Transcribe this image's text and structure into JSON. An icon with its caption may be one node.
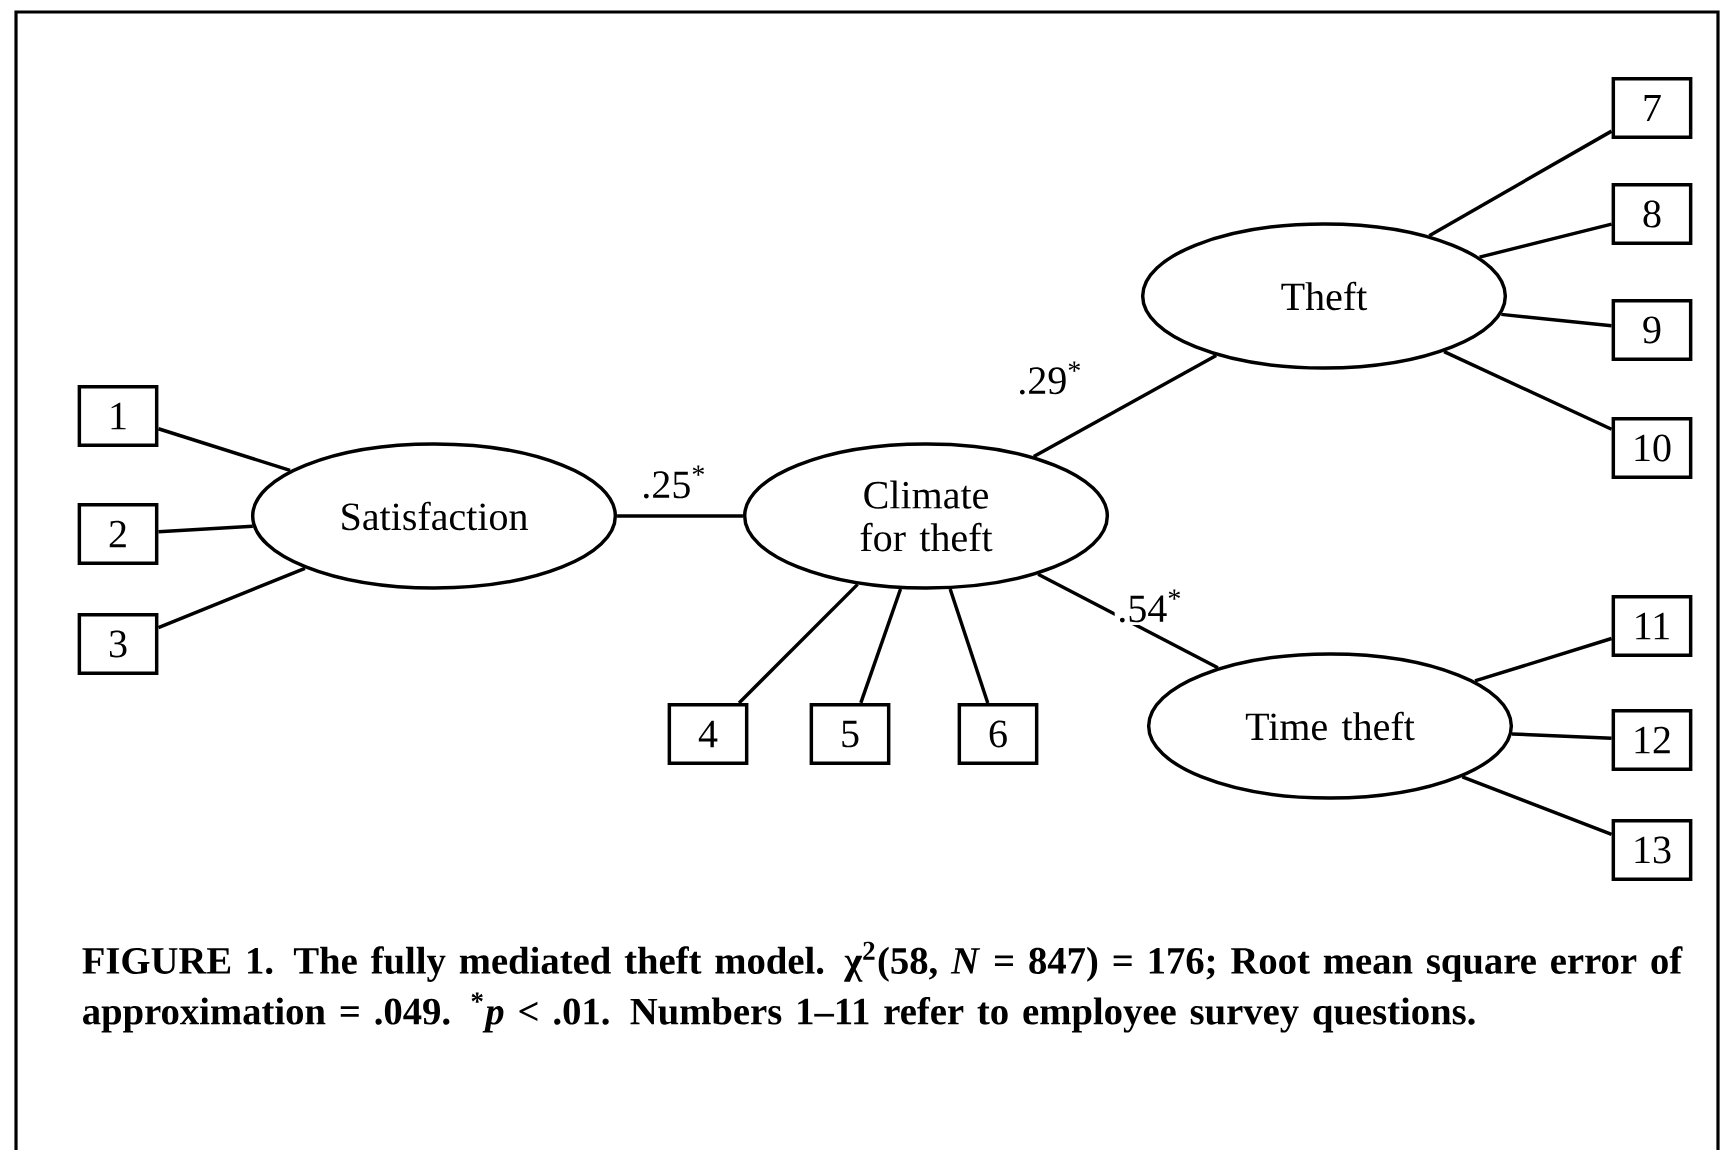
{
  "diagram": {
    "caption": "FIGURE 1. The fully mediated theft model. χ$^{2}$(58, *N* = 847) = 176; Root mean square error of approximation = .049. $^{*}$*p* < .01. Numbers 1–11 refer to employee survey questions.",
    "nodes": [
      {
        "text": [
          "Satisfaction"
        ]
      },
      {
        "text": [
          "Climate for theft"
        ]
      },
      {
        "text": [
          "Theft"
        ]
      },
      {
        "text": [
          "Time theft"
        ]
      },
      {
        "text": [
          "1"
        ]
      },
      {
        "text": [
          "2"
        ]
      },
      {
        "text": [
          "3"
        ]
      },
      {
        "text": [
          "4"
        ]
      },
      {
        "text": [
          "5"
        ]
      },
      {
        "text": [
          "6"
        ]
      },
      {
        "text": [
          "7"
        ]
      },
      {
        "text": [
          "8"
        ]
      },
      {
        "text": [
          "9"
        ]
      },
      {
        "text": [
          "10"
        ]
      },
      {
        "text": [
          "11"
        ]
      },
      {
        "text": [
          "12"
        ]
      },
      {
        "text": [
          "13"
        ]
      }
    ],
    "edges": [
      {
        "from": 4,
        "to": 0,
        "arrow": "none"
      },
      {
        "from": 5,
        "to": 0,
        "arrow": "none"
      },
      {
        "from": 6,
        "to": 0,
        "arrow": "none"
      },
      {
        "from": 0,
        "to": 1,
        "arrow": "none",
        "label": ".25$^{*}$"
      },
      {
        "from": 1,
        "to": 2,
        "arrow": "none",
        "label": ".29$^{*}$"
      },
      {
        "from": 1,
        "to": 3,
        "arrow": "none",
        "label": ".54$^{*}$"
      },
      {
        "from": 1,
        "to": 7,
        "arrow": "none"
      },
      {
        "from": 1,
        "to": 8,
        "arrow": "none"
      },
      {
        "from": 1,
        "to": 9,
        "arrow": "none"
      },
      {
        "from": 2,
        "to": 10,
        "arrow": "none"
      },
      {
        "from": 2,
        "to": 11,
        "arrow": "none"
      },
      {
        "from": 2,
        "to": 12,
        "arrow": "none"
      },
      {
        "from": 2,
        "to": 13,
        "arrow": "none"
      },
      {
        "from": 3,
        "to": 14,
        "arrow": "none"
      },
      {
        "from": 3,
        "to": 15,
        "arrow": "none"
      },
      {
        "from": 3,
        "to": 16,
        "arrow": "none"
      }
    ]
  }
}
